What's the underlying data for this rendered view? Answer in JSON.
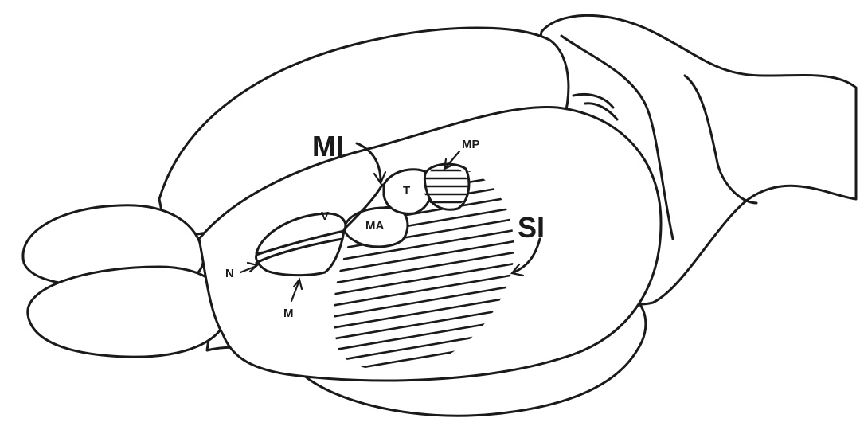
{
  "labels": {
    "mi": "MI",
    "si": "SI",
    "mp": "MP",
    "t": "T",
    "v": "V",
    "ma": "MA",
    "n": "N",
    "m": "M"
  },
  "colors": {
    "line": "#1a1a1a",
    "background": "#ffffff"
  }
}
